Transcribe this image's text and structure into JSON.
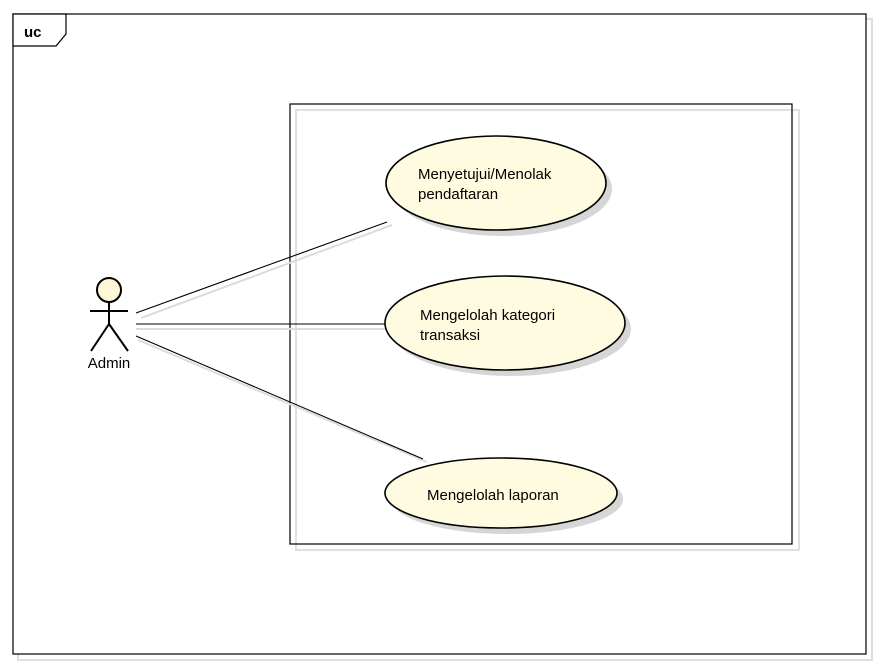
{
  "frame": {
    "label": "uc"
  },
  "actor": {
    "name": "Admin"
  },
  "use_cases": [
    {
      "lines": [
        "Menyetujui/Menolak",
        "pendaftaran"
      ]
    },
    {
      "lines": [
        "Mengelolah kategori",
        "transaksi"
      ]
    },
    {
      "lines": [
        "Mengelolah laporan"
      ]
    }
  ],
  "colors": {
    "usecase_fill": "#fffbe0",
    "actor_head_fill": "#fff8d8",
    "stroke": "#000000",
    "shadow": "#d6d6d6"
  }
}
